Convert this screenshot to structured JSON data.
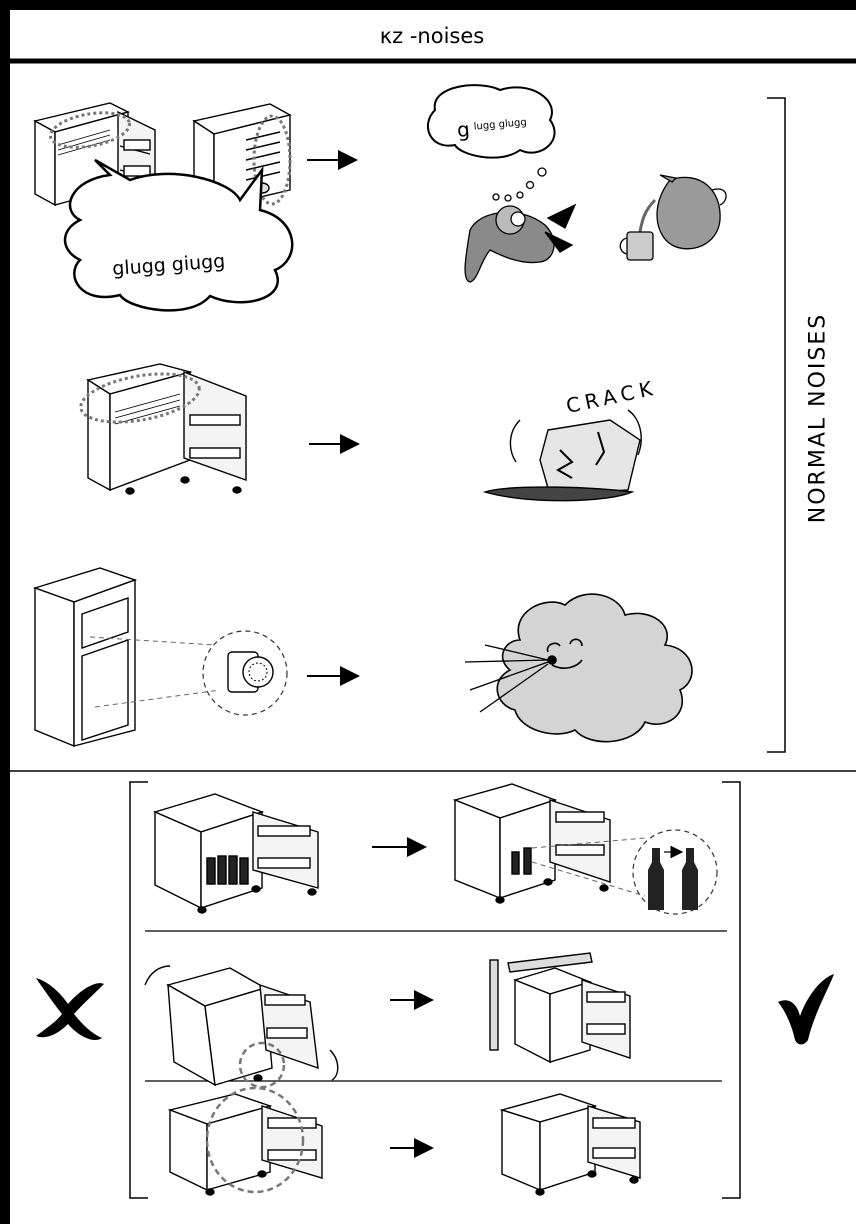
{
  "header": {
    "title": "κz -noises"
  },
  "side_label": "NORMAL NOISES",
  "bubbles": {
    "fridge_bubble": "glugg giugg",
    "diver_bubble_big": "g",
    "diver_bubble_rest": "lugg glugg"
  },
  "ice_sound": "CRACK",
  "marks": {
    "wrong": "✗",
    "right": "✓"
  }
}
